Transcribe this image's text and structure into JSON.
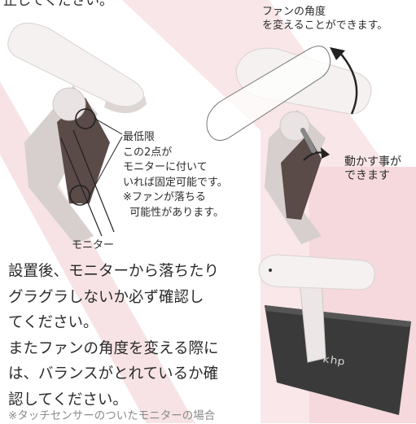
{
  "colors": {
    "accent_pink": "#f6dadd",
    "fan_body": "#f4f1f0",
    "clip_dark": "#5a4a48",
    "monitor": "#3a3a3a",
    "text": "#2b2b2b",
    "note_text": "#8a8a8a"
  },
  "text": {
    "top_cut": "止してください。",
    "fan_angle_caption": "ファンの角度\nを変えることができます。",
    "min_points_caption": "最低限\nこの2点が\nモニターに付いて\nいれば固定可能です。\n※ファンが落ちる\n  可能性があります。",
    "monitor_label": "モニター",
    "movable_caption": "動かす事が\nできます",
    "body_text": "設置後、モニターから落ちたり\nグラグラしないか必ず確認し\nてください。\nまたファンの角度を変える際に\nは、バランスがとれているか確\n認してください。",
    "note": "※タッチセンサーのついたモニターの場合"
  },
  "icons": {
    "rotate_arrow": "curved-arrow-icon",
    "move_arrow": "curved-arrow-icon",
    "logo": "hp-logo-icon"
  }
}
